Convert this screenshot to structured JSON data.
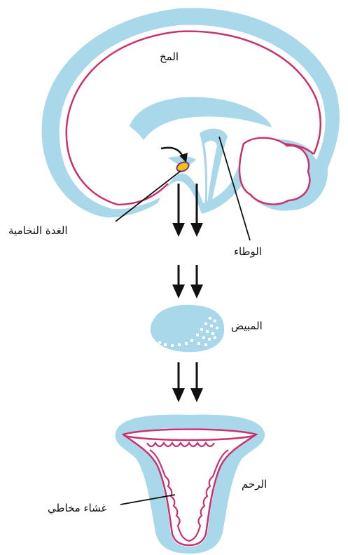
{
  "labels": {
    "brain": "المخ",
    "pituitary": "الغدة النخامية",
    "hypothalamus": "الوطاء",
    "ovary": "المبيض",
    "uterus": "الرحم",
    "endometrium": "غشاء مخاطي"
  },
  "colors": {
    "tissue": "#a9d8ea",
    "outline": "#c8336f",
    "gland": "#f2c500",
    "arrow": "#111111"
  }
}
